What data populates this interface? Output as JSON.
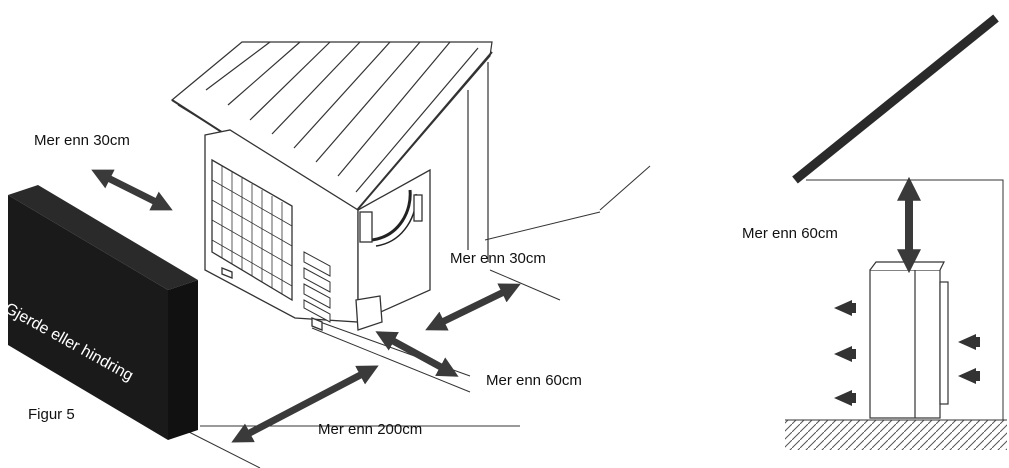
{
  "labels": {
    "clearance_back": "Mer enn 30cm",
    "clearance_side": "Mer enn 30cm",
    "clearance_front_60": "Mer enn 60cm",
    "clearance_front_200": "Mer enn 200cm",
    "clearance_top": "Mer enn 60cm",
    "obstacle": "Gjerde eller hindring",
    "figure": "Figur 5"
  },
  "colors": {
    "line": "#333333",
    "fence": "#1a1a1a",
    "arrow": "#3a3a3a",
    "background": "#ffffff"
  }
}
